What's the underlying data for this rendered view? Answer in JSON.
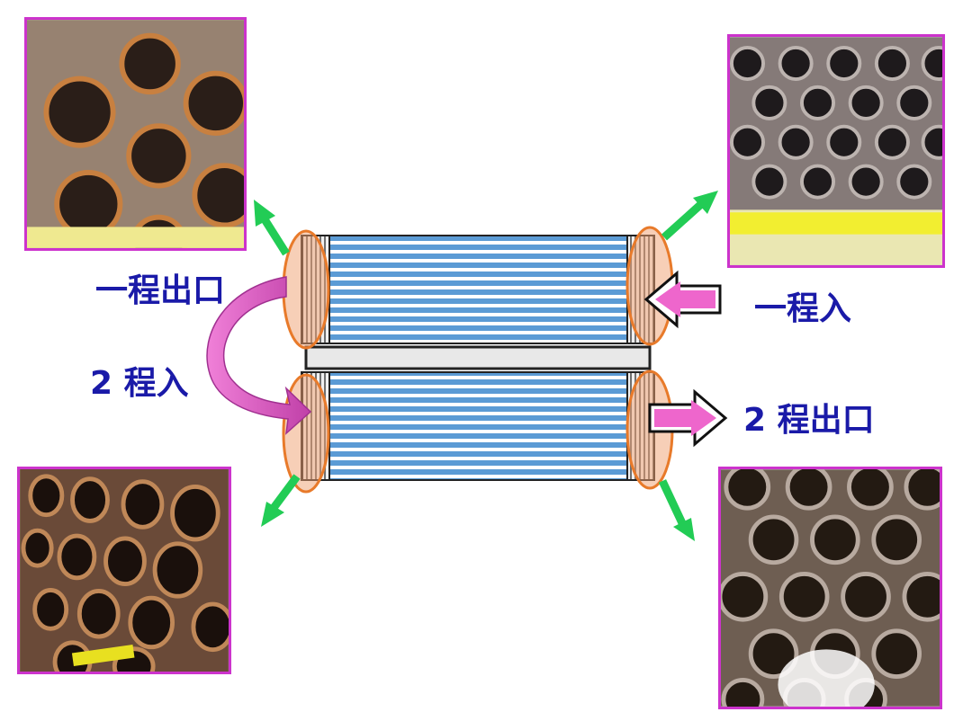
{
  "labels": {
    "pass1_outlet": "一程出口",
    "pass2_inlet": "2 程入",
    "pass1_inlet": "一程入",
    "pass2_outlet": "2 程出口"
  },
  "photos": [
    {
      "id": "top-left",
      "subject": "corroded tube sheet close-up"
    },
    {
      "id": "top-right",
      "subject": "tube sheet with ruler"
    },
    {
      "id": "bottom-left",
      "subject": "corroded tube sheet angled view"
    },
    {
      "id": "bottom-right",
      "subject": "fouled tube sheet"
    }
  ],
  "colors": {
    "photo_border": "#cc33cc",
    "label_text": "#1a1aa8",
    "tube_blue": "#5b9bd5",
    "highlight_ellipse": "#ee7a2a",
    "flow_arrow": "#ee66cc",
    "dir_arrow": "#22cc55"
  }
}
